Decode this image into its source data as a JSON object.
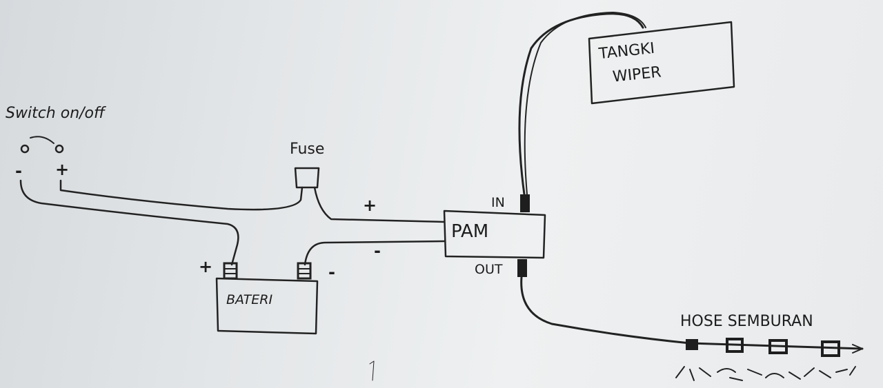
{
  "labels": {
    "switch": "Switch on/off",
    "switch_minus": "-",
    "switch_plus": "+",
    "fuse": "Fuse",
    "wire_plus": "+",
    "wire_minus": "-",
    "pump": "PAM",
    "pump_in": "IN",
    "pump_out": "OUT",
    "tank_line1": "TANGKI",
    "tank_line2": "WIPER",
    "battery": "BATERI",
    "battery_plus": "+",
    "battery_minus": "-",
    "hose": "HOSE SEMBURAN"
  }
}
